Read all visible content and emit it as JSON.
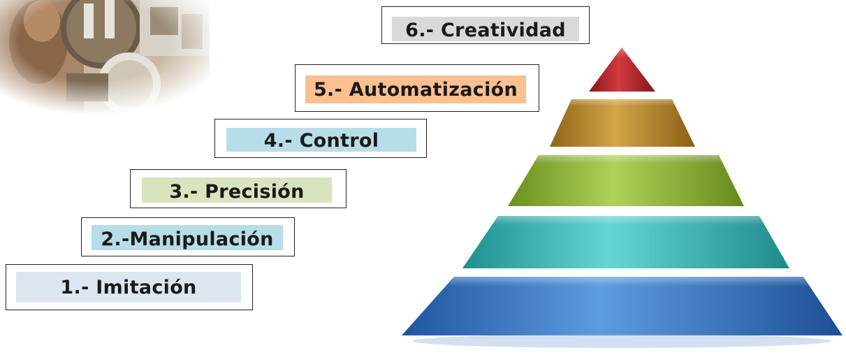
{
  "steps": [
    {
      "label": "1.- Imitación",
      "color": "#dce6f1"
    },
    {
      "label": "2.-Manipulación",
      "color": "#b7dde8"
    },
    {
      "label": "3.- Precisión",
      "color": "#d7e4bd"
    },
    {
      "label": "4.- Control",
      "color": "#b7dde8"
    },
    {
      "label": "5.- Automatización",
      "color": "#fac090"
    },
    {
      "label": "6.- Creatividad",
      "color": "#d9d9d9"
    }
  ],
  "pyramid": {
    "tiers": [
      {
        "color": "#3a78c2"
      },
      {
        "color": "#3fb8b6"
      },
      {
        "color": "#8bb33a"
      },
      {
        "color": "#b5882a"
      },
      {
        "color": "#b3262b"
      }
    ]
  }
}
